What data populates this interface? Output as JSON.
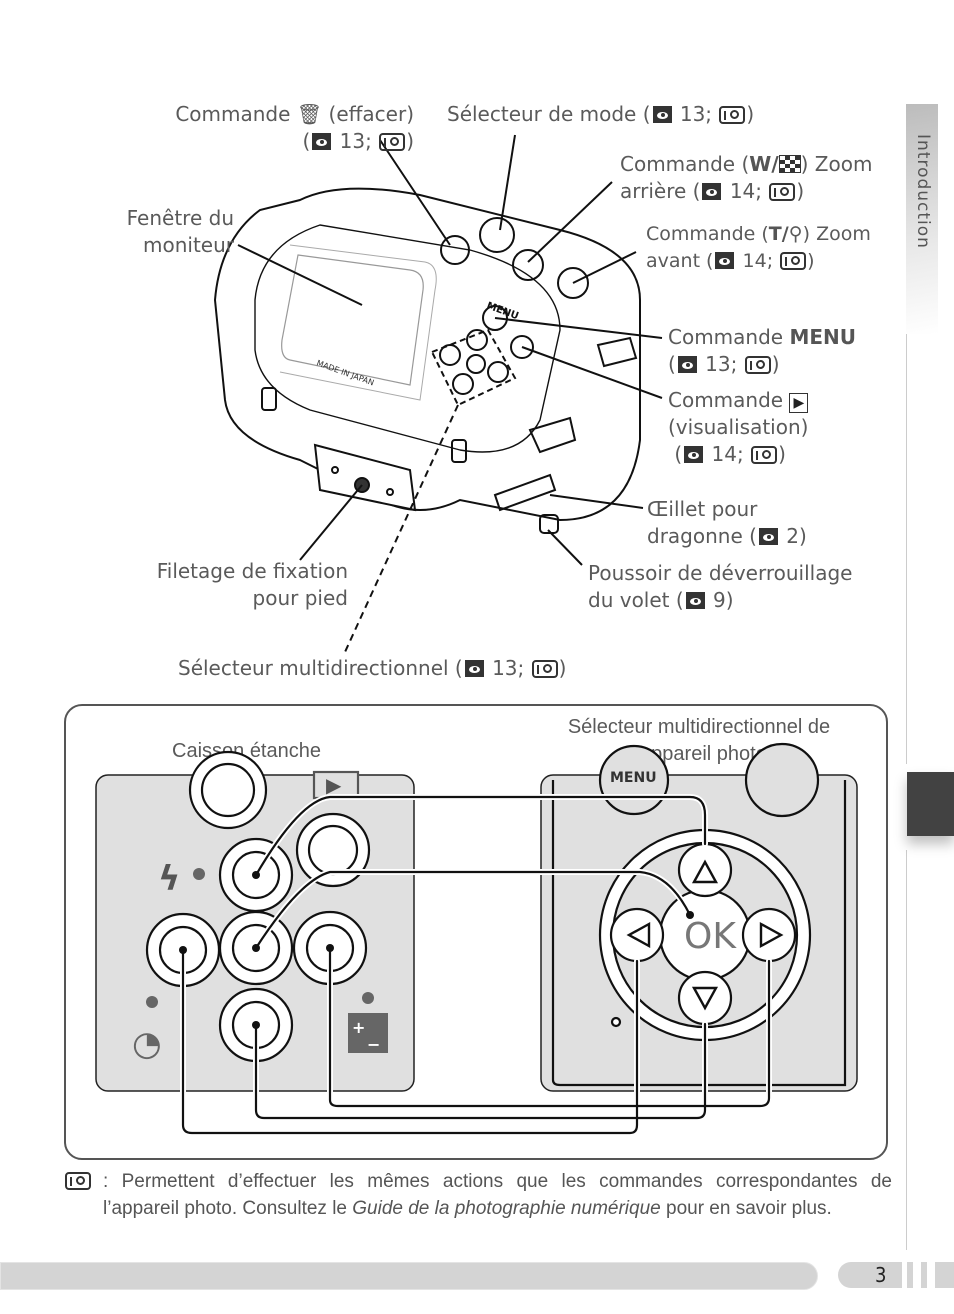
{
  "side_tab": {
    "label": "Introduction"
  },
  "callouts": {
    "delete": {
      "text": "Commande",
      "icon": "trash-icon",
      "paren": "(effacer)",
      "ref_open": "(",
      "page": "13;",
      "ref_close": ")"
    },
    "mode": {
      "text": "Sélecteur de mode (",
      "page": "13;",
      "ref_close": ")"
    },
    "zoom_out": {
      "line1_a": "Commande (",
      "w": "W/",
      "line1_b": ") Zoom",
      "line2_a": "arrière (",
      "page": "14;",
      "ref_close": ")"
    },
    "zoom_in": {
      "line1_a": "Commande (",
      "t": "T/",
      "line1_b": ") Zoom",
      "line2_a": "avant (",
      "page": "14;",
      "ref_close": ")"
    },
    "monitor": {
      "line1": "Fenêtre du",
      "line2": "moniteur"
    },
    "menu": {
      "line1_a": "Commande ",
      "menu": "MENU",
      "ref_open": "(",
      "page": "13;",
      "ref_close": ")"
    },
    "playback": {
      "line1": "Commande",
      "line2": "(visualisation)",
      "ref_open": "(",
      "page": "14;",
      "ref_close": ")"
    },
    "strap": {
      "line1": "Œillet pour",
      "line2_a": "dragonne (",
      "page": "2)"
    },
    "latch": {
      "line1": "Poussoir de déverrouillage",
      "line2_a": "du volet (",
      "page": "9)"
    },
    "tripod": {
      "line1": "Filetage de fixation",
      "line2": "pour pied"
    },
    "multi": {
      "text": "Sélecteur multidirectionnel (",
      "page": "13;",
      "ref_close": ")"
    }
  },
  "inset": {
    "left_title": "Caisson étanche",
    "right_title_1": "Sélecteur multidirectionnel de",
    "right_title_2": "l’appareil photo",
    "ok_label": "OK",
    "menu_label": "MENU",
    "camera_label": "MADE IN JAPAN"
  },
  "note": {
    "prefix": ":",
    "text_1": " Permettent d’effectuer les mêmes actions que les commandes correspondantes de l’appareil photo. Consultez le ",
    "italic": "Guide de la photographie numérique",
    "text_2": " pour en savoir plus."
  },
  "footer": {
    "page_number": "3"
  }
}
